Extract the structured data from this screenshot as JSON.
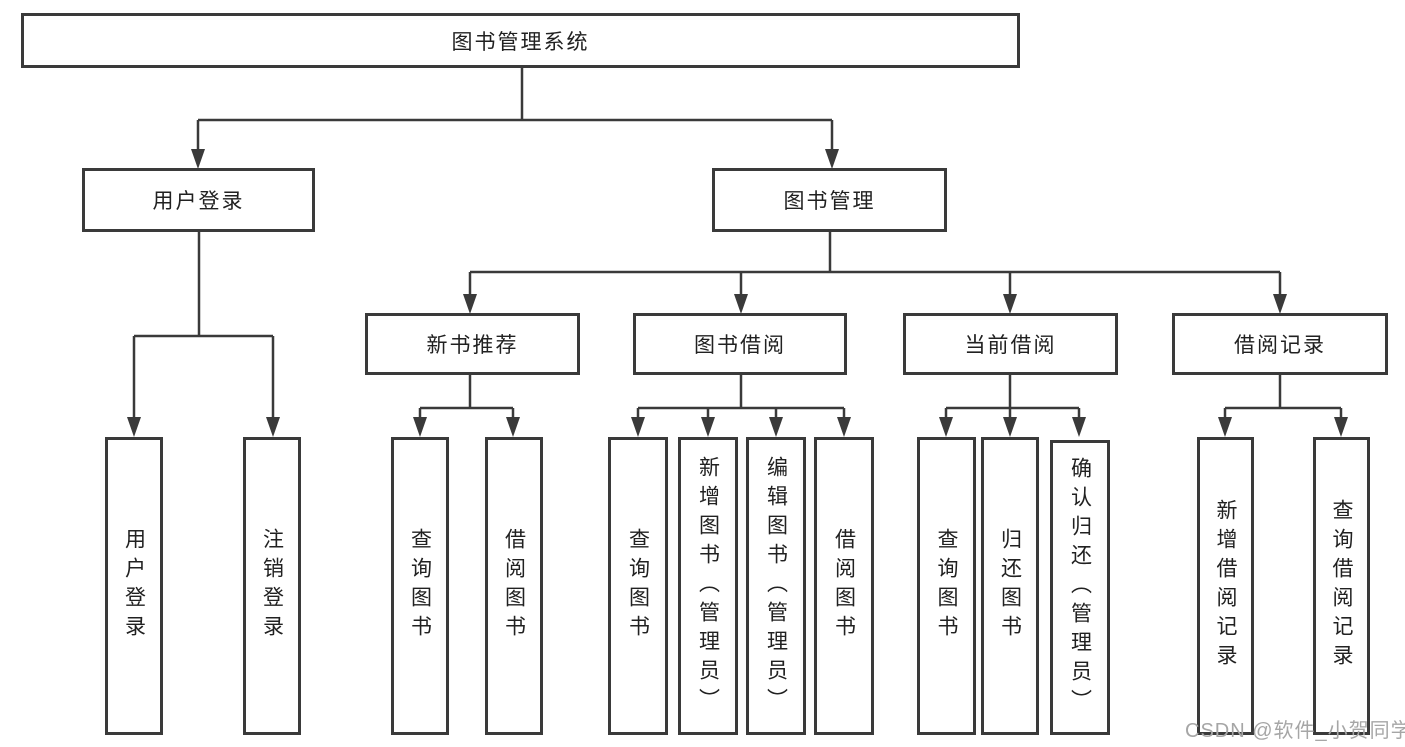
{
  "diagram": {
    "root": {
      "label": "图书管理系统"
    },
    "user_login": {
      "label": "用户登录",
      "children": [
        {
          "label": "用户登录"
        },
        {
          "label": "注销登录"
        }
      ]
    },
    "book_mgmt": {
      "label": "图书管理",
      "children": [
        {
          "label": "新书推荐",
          "children": [
            {
              "label": "查询图书"
            },
            {
              "label": "借阅图书"
            }
          ]
        },
        {
          "label": "图书借阅",
          "children": [
            {
              "label": "查询图书"
            },
            {
              "label": "新增图书（管理员）"
            },
            {
              "label": "编辑图书（管理员）"
            },
            {
              "label": "借阅图书"
            }
          ]
        },
        {
          "label": "当前借阅",
          "children": [
            {
              "label": "查询图书"
            },
            {
              "label": "归还图书"
            },
            {
              "label": "确认归还（管理员）"
            }
          ]
        },
        {
          "label": "借阅记录",
          "children": [
            {
              "label": "新增借阅记录"
            },
            {
              "label": "查询借阅记录"
            }
          ]
        }
      ]
    },
    "watermark": "CSDN @软件_小贺同学",
    "colors": {
      "line": "#3a3a3a",
      "text": "#212121",
      "watermark": "#a6a6a6",
      "background": "#ffffff"
    }
  }
}
